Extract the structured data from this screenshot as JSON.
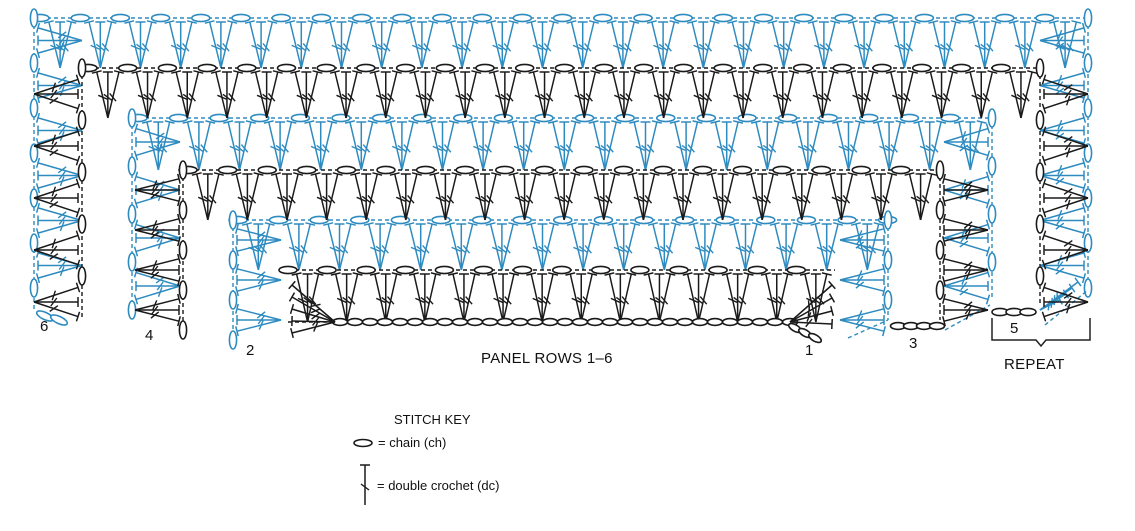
{
  "diagram": {
    "title": "PANEL ROWS 1–6",
    "rows": [
      {
        "number": "1",
        "color": "#1a1a1a"
      },
      {
        "number": "2",
        "color": "#2e8bc0"
      },
      {
        "number": "3",
        "color": "#1a1a1a"
      },
      {
        "number": "4",
        "color": "#2e8bc0"
      },
      {
        "number": "5",
        "color": "#1a1a1a"
      },
      {
        "number": "6",
        "color": "#2e8bc0"
      }
    ],
    "repeat_label": "REPEAT"
  },
  "stitch_key": {
    "title": "STITCH KEY",
    "entries": [
      {
        "symbol": "chain-icon",
        "text": "= chain (ch)"
      },
      {
        "symbol": "double-crochet-icon",
        "text": "= double crochet (dc)"
      }
    ]
  },
  "colors": {
    "black_rows": "#1a1a1a",
    "blue_rows": "#2e8bc0"
  }
}
